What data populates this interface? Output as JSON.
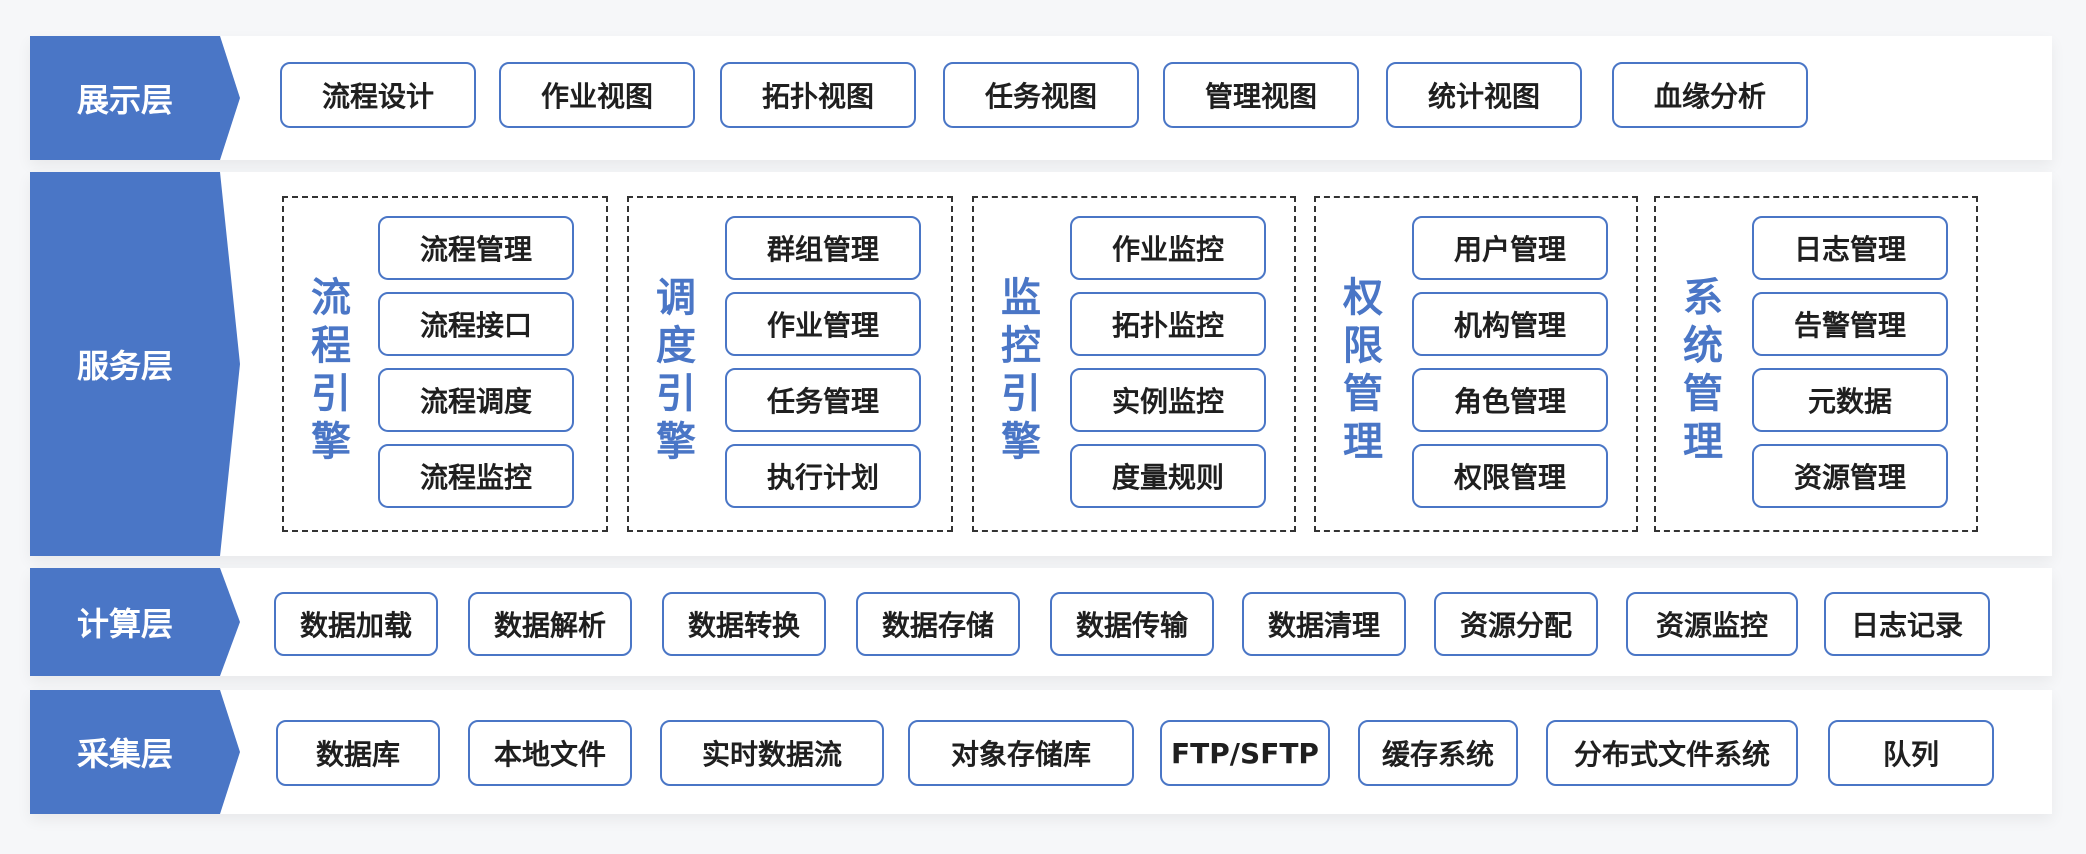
{
  "layers": {
    "presentation": {
      "label": "展示层",
      "items": [
        "流程设计",
        "作业视图",
        "拓扑视图",
        "任务视图",
        "管理视图",
        "统计视图",
        "血缘分析"
      ]
    },
    "service": {
      "label": "服务层",
      "groups": [
        {
          "title": "流程引擎",
          "items": [
            "流程管理",
            "流程接口",
            "流程调度",
            "流程监控"
          ]
        },
        {
          "title": "调度引擎",
          "items": [
            "群组管理",
            "作业管理",
            "任务管理",
            "执行计划"
          ]
        },
        {
          "title": "监控引擎",
          "items": [
            "作业监控",
            "拓扑监控",
            "实例监控",
            "度量规则"
          ]
        },
        {
          "title": "权限管理",
          "items": [
            "用户管理",
            "机构管理",
            "角色管理",
            "权限管理"
          ]
        },
        {
          "title": "系统管理",
          "items": [
            "日志管理",
            "告警管理",
            "元数据",
            "资源管理"
          ]
        }
      ]
    },
    "compute": {
      "label": "计算层",
      "items": [
        "数据加载",
        "数据解析",
        "数据转换",
        "数据存储",
        "数据传输",
        "数据清理",
        "资源分配",
        "资源监控",
        "日志记录"
      ]
    },
    "collection": {
      "label": "采集层",
      "items": [
        "数据库",
        "本地文件",
        "实时数据流",
        "对象存储库",
        "FTP/SFTP",
        "缓存系统",
        "分布式文件系统",
        "队列"
      ]
    }
  },
  "colors": {
    "accent": "#4a76c6",
    "text": "#1f1f1f",
    "dash": "#333333"
  }
}
